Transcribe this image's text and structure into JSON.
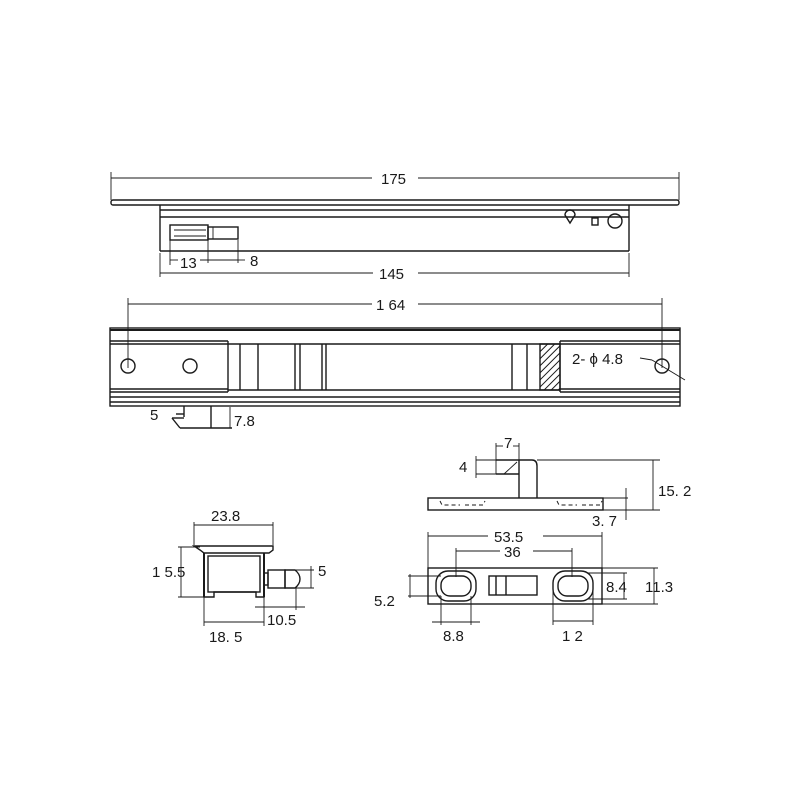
{
  "drawing": {
    "units": "mm",
    "colors": {
      "line": "#1a1a1a",
      "background": "#ffffff",
      "hatch": "#1a1a1a"
    },
    "top_view": {
      "overall_length": "175",
      "body_length": "145",
      "bolt_length_a": "13",
      "bolt_length_b": "8"
    },
    "front_view": {
      "hole_spacing": "1 64",
      "hole_callout": "2- ϕ 4.8",
      "tab_width": "5",
      "tab_height": "7.8"
    },
    "strike_side_view": {
      "width_label": "7",
      "height_small": "4",
      "overall_height": "15. 2",
      "plate_thickness": "3. 7"
    },
    "strike_plan_view": {
      "overall_length": "53.5",
      "slot_spacing": "36",
      "slot_height": "5.2",
      "left_slot_width": "8.8",
      "right_slot_width": "1 2",
      "inner_height": "8.4",
      "overall_height": "11.3"
    },
    "end_view": {
      "top_width": "23.8",
      "height": "1 5.5",
      "bolt_dia": "5",
      "bolt_extension": "10.5",
      "base_width": "18. 5"
    }
  }
}
